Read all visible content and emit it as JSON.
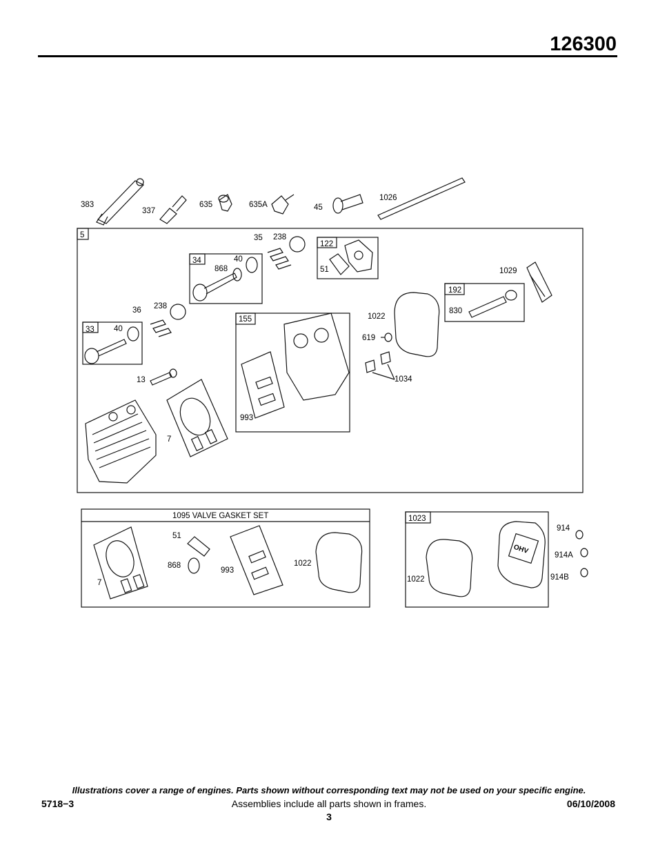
{
  "header": {
    "model_number": "126300"
  },
  "parts": {
    "p383": "383",
    "p337": "337",
    "p635": "635",
    "p635A": "635A",
    "p45": "45",
    "p1026": "1026",
    "p5": "5",
    "p35": "35",
    "p238a": "238",
    "p122": "122",
    "p51a": "51",
    "p34": "34",
    "p40a": "40",
    "p868a": "868",
    "p1029": "1029",
    "p192": "192",
    "p830": "830",
    "p36": "36",
    "p238b": "238",
    "p33": "33",
    "p40b": "40",
    "p155": "155",
    "p1022a": "1022",
    "p619": "619",
    "p1034": "1034",
    "p13": "13",
    "p993a": "993",
    "p7a": "7",
    "gasket_set_title": "1095 VALVE GASKET SET",
    "p51b": "51",
    "p868b": "868",
    "p993b": "993",
    "p1022b": "1022",
    "p7b": "7",
    "p1023": "1023",
    "p1022c": "1022",
    "p914": "914",
    "p914A": "914A",
    "p914B": "914B",
    "logo_text": "OHV"
  },
  "footer": {
    "disclaimer": "Illustrations cover a range of engines. Parts shown without corresponding text may not be used on your specific engine.",
    "doc_number": "5718−3",
    "assembly_note": "Assemblies include all parts shown in frames.",
    "date": "06/10/2008",
    "page_number": "3"
  }
}
